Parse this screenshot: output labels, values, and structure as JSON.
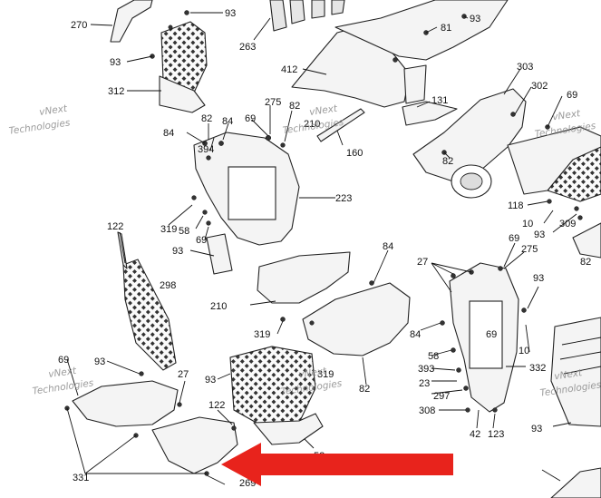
{
  "callouts": [
    {
      "id": "c270",
      "label": "270"
    },
    {
      "id": "c93a",
      "label": "93"
    },
    {
      "id": "c263",
      "label": "263"
    },
    {
      "id": "c81",
      "label": "81"
    },
    {
      "id": "c93b",
      "label": "93"
    },
    {
      "id": "c412",
      "label": "412"
    },
    {
      "id": "c303",
      "label": "303"
    },
    {
      "id": "c93c",
      "label": "93"
    },
    {
      "id": "c312",
      "label": "312"
    },
    {
      "id": "c131",
      "label": "131"
    },
    {
      "id": "c302",
      "label": "302"
    },
    {
      "id": "c69a",
      "label": "69"
    },
    {
      "id": "c84a",
      "label": "84"
    },
    {
      "id": "c82a",
      "label": "82"
    },
    {
      "id": "c84b",
      "label": "84"
    },
    {
      "id": "c82b",
      "label": "82"
    },
    {
      "id": "c210a",
      "label": "210"
    },
    {
      "id": "c69b",
      "label": "69"
    },
    {
      "id": "c275a",
      "label": "275"
    },
    {
      "id": "c160",
      "label": "160"
    },
    {
      "id": "c82c",
      "label": "82"
    },
    {
      "id": "c394",
      "label": "394"
    },
    {
      "id": "c223",
      "label": "223"
    },
    {
      "id": "c118",
      "label": "118"
    },
    {
      "id": "c10a",
      "label": "10"
    },
    {
      "id": "c319a",
      "label": "319"
    },
    {
      "id": "c58a",
      "label": "58"
    },
    {
      "id": "c69c",
      "label": "69"
    },
    {
      "id": "c93d",
      "label": "93"
    },
    {
      "id": "c309",
      "label": "309"
    },
    {
      "id": "c122a",
      "label": "122"
    },
    {
      "id": "c93e",
      "label": "93"
    },
    {
      "id": "c84c",
      "label": "84"
    },
    {
      "id": "c69d",
      "label": "69"
    },
    {
      "id": "c275b",
      "label": "275"
    },
    {
      "id": "c82d",
      "label": "82"
    },
    {
      "id": "c27a",
      "label": "27"
    },
    {
      "id": "c298",
      "label": "298"
    },
    {
      "id": "c210b",
      "label": "210"
    },
    {
      "id": "c93f",
      "label": "93"
    },
    {
      "id": "c319b",
      "label": "319"
    },
    {
      "id": "c84d",
      "label": "84"
    },
    {
      "id": "c69e",
      "label": "69"
    },
    {
      "id": "c10b",
      "label": "10"
    },
    {
      "id": "c58b",
      "label": "58"
    },
    {
      "id": "c393",
      "label": "393"
    },
    {
      "id": "c332",
      "label": "332"
    },
    {
      "id": "c69f",
      "label": "69"
    },
    {
      "id": "c93g",
      "label": "93"
    },
    {
      "id": "c27b",
      "label": "27"
    },
    {
      "id": "c93h",
      "label": "93"
    },
    {
      "id": "c319c",
      "label": "319"
    },
    {
      "id": "c23",
      "label": "23"
    },
    {
      "id": "c297",
      "label": "297"
    },
    {
      "id": "c82e",
      "label": "82"
    },
    {
      "id": "c122b",
      "label": "122"
    },
    {
      "id": "c308",
      "label": "308"
    },
    {
      "id": "c52",
      "label": "52"
    },
    {
      "id": "c42",
      "label": "42"
    },
    {
      "id": "c123",
      "label": "123"
    },
    {
      "id": "c93i",
      "label": "93"
    },
    {
      "id": "c331",
      "label": "331"
    },
    {
      "id": "c269",
      "label": "269"
    }
  ],
  "watermark": {
    "line1": "vNext",
    "line2": "Technologies"
  },
  "arrow": {
    "color": "#e8231c"
  }
}
